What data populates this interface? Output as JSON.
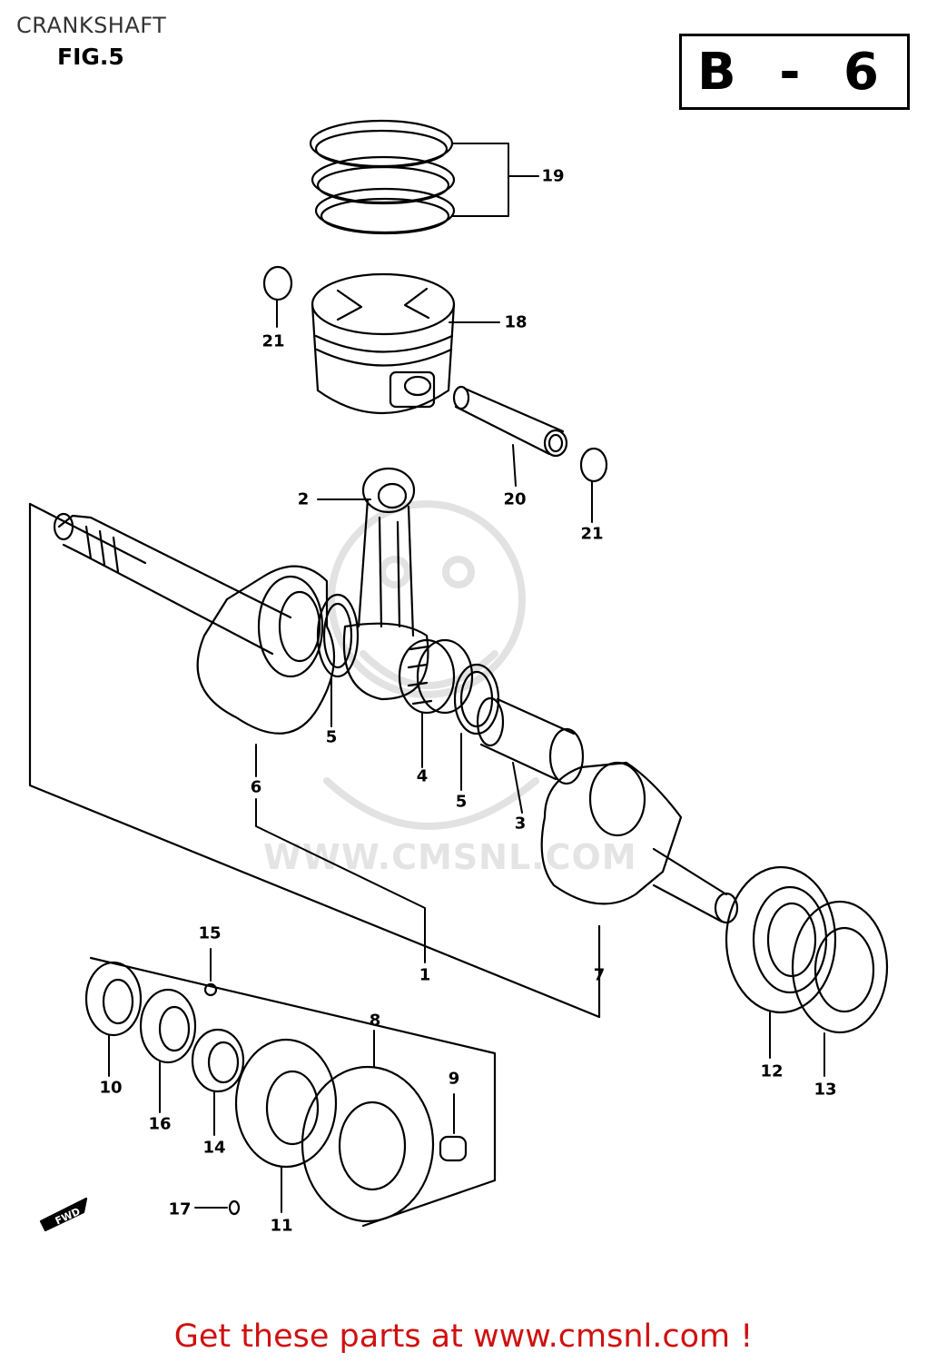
{
  "header": {
    "title": "CRANKSHAFT",
    "figure": "FIG.5",
    "code": "B - 6"
  },
  "watermark": "WWW.CMSNL.COM",
  "footer": {
    "text": "Get these parts at www.cmsnl.com !"
  },
  "labels": {
    "p1": "1",
    "p2": "2",
    "p3": "3",
    "p4": "4",
    "p5a": "5",
    "p5b": "5",
    "p6": "6",
    "p7": "7",
    "p8": "8",
    "p9": "9",
    "p10": "10",
    "p11": "11",
    "p12": "12",
    "p13": "13",
    "p14": "14",
    "p15": "15",
    "p16": "16",
    "p17": "17",
    "p18": "18",
    "p19": "19",
    "p20": "20",
    "p21a": "21",
    "p21b": "21"
  },
  "fwd_label": "FWD",
  "colors": {
    "footer": "#d01010",
    "line": "#000000",
    "watermark": "#e4e4e4"
  }
}
